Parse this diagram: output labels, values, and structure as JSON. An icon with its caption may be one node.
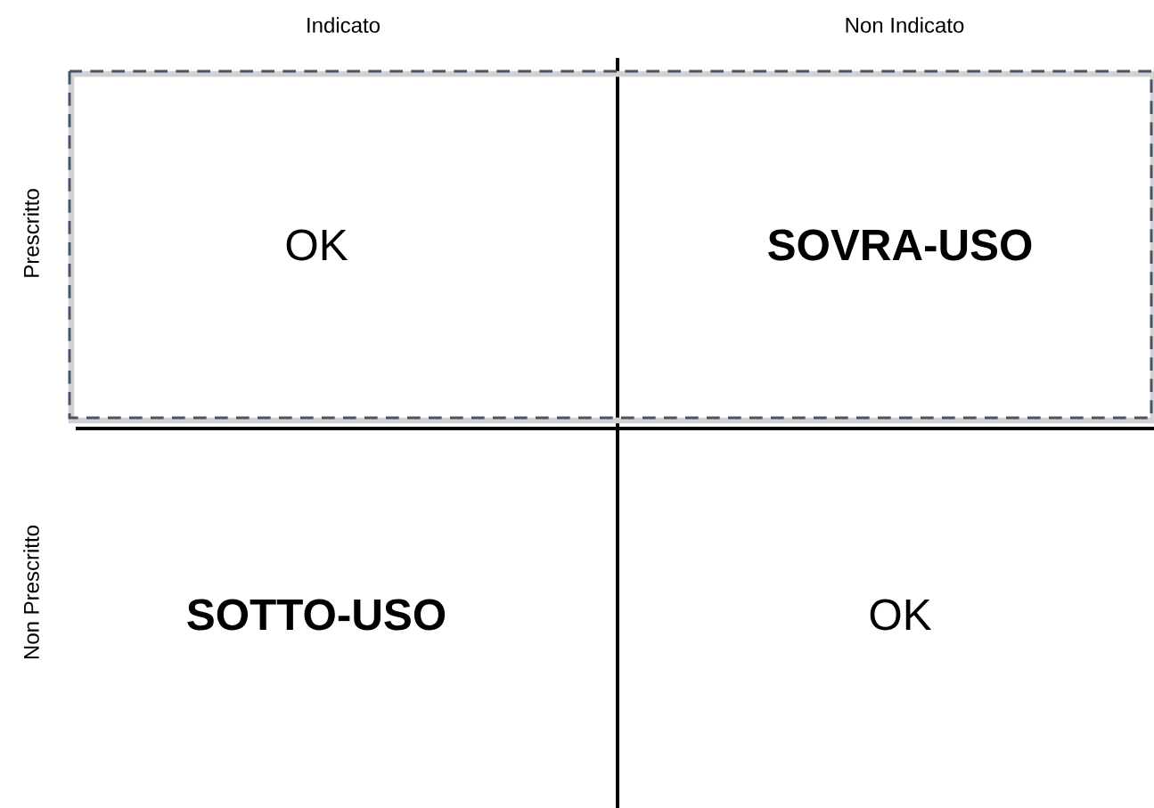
{
  "diagram": {
    "nodes": [
      {
        "text": [
          "OK",
          "SOVRA-USO"
        ]
      }
    ],
    "labels": [
      "Indicato",
      "Non Indicato",
      "Prescritto",
      "Non Prescritto",
      "SOTTO-USO",
      "OK"
    ]
  }
}
